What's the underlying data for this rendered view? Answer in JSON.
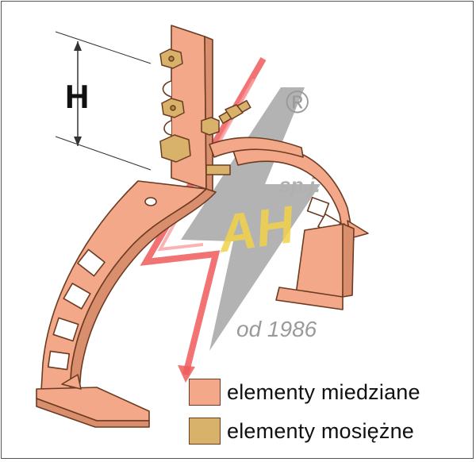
{
  "dimension": {
    "label": "H"
  },
  "logo": {
    "registered": "®",
    "company": "sp.j.",
    "since": "od 1986",
    "letters": "AH"
  },
  "legend": {
    "copper": {
      "label": "elementy miedziane",
      "color": "#f2a889"
    },
    "brass": {
      "label": "elementy mosiężne",
      "color": "#d8b26a"
    }
  },
  "colors": {
    "outline": "#6b3b22",
    "watermark_gray": "#a6a6a6",
    "watermark_red": "#f05a5a"
  }
}
